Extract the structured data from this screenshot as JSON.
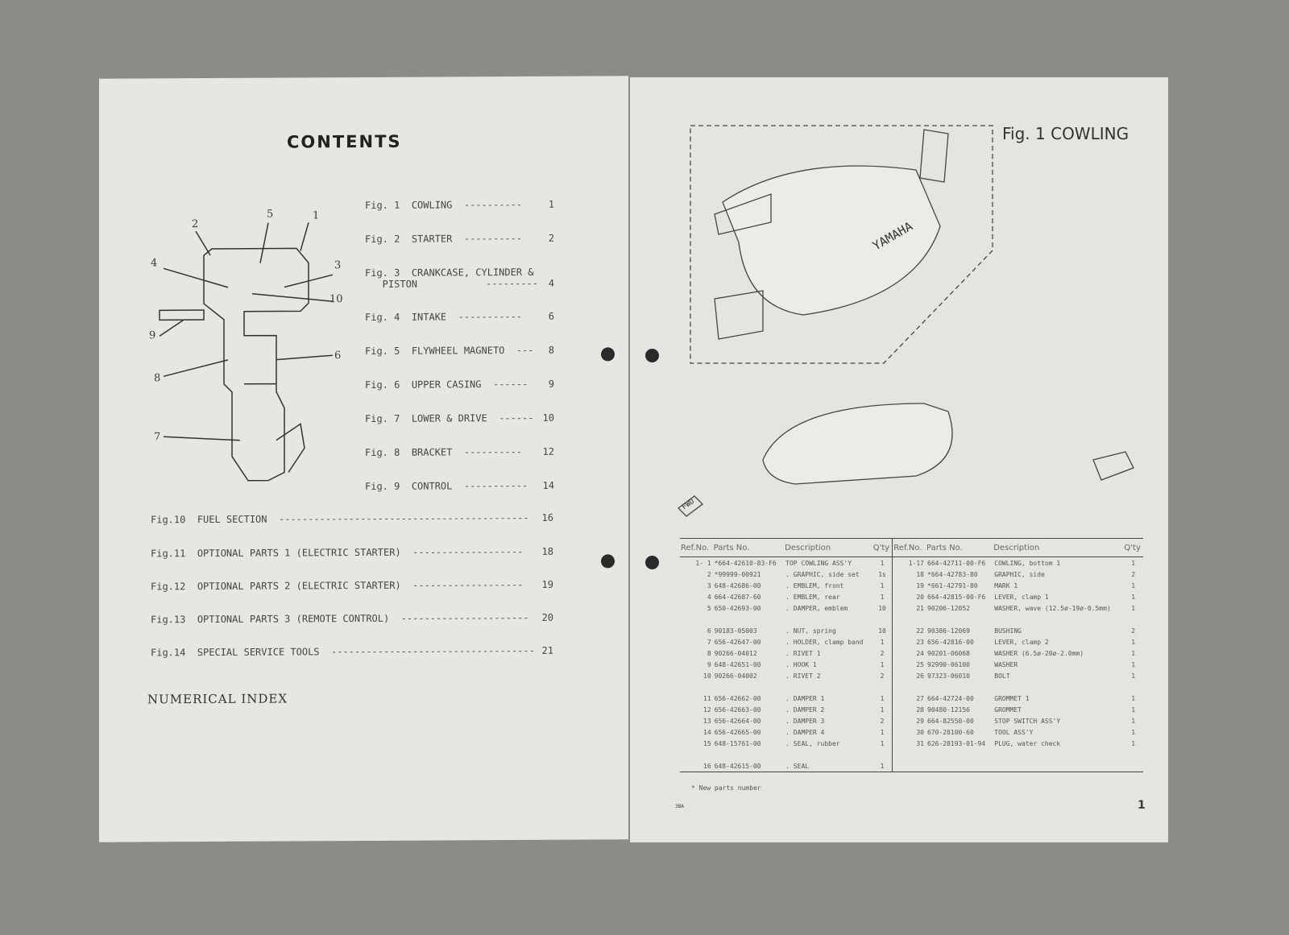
{
  "left_page": {
    "title": "CONTENTS",
    "toc": [
      {
        "fig": "Fig. 1",
        "name": "COWLING",
        "dashes": "----------",
        "page": "1"
      },
      {
        "fig": "Fig. 2",
        "name": "STARTER",
        "dashes": "----------",
        "page": "2"
      },
      {
        "fig": "Fig. 3",
        "name": "CRANKCASE, CYLINDER &\n   PISTON",
        "dashes": "---------",
        "page": "4"
      },
      {
        "fig": "Fig. 4",
        "name": "INTAKE",
        "dashes": "-----------",
        "page": "6"
      },
      {
        "fig": "Fig. 5",
        "name": "FLYWHEEL MAGNETO",
        "dashes": "---",
        "page": "8"
      },
      {
        "fig": "Fig. 6",
        "name": "UPPER CASING",
        "dashes": "------",
        "page": "9"
      },
      {
        "fig": "Fig. 7",
        "name": "LOWER & DRIVE",
        "dashes": "------",
        "page": "10"
      },
      {
        "fig": "Fig. 8",
        "name": "BRACKET",
        "dashes": "----------",
        "page": "12"
      },
      {
        "fig": "Fig. 9",
        "name": "CONTROL",
        "dashes": "-----------",
        "page": "14"
      },
      {
        "fig": "Fig.10",
        "name": "FUEL SECTION",
        "dashes": "-------------------------------------------",
        "page": "16"
      },
      {
        "fig": "Fig.11",
        "name": "OPTIONAL PARTS 1 (ELECTRIC STARTER)",
        "dashes": "-------------------",
        "page": "18"
      },
      {
        "fig": "Fig.12",
        "name": "OPTIONAL PARTS 2 (ELECTRIC STARTER)",
        "dashes": "-------------------",
        "page": "19"
      },
      {
        "fig": "Fig.13",
        "name": "OPTIONAL PARTS 3 (REMOTE CONTROL)",
        "dashes": "----------------------",
        "page": "20"
      },
      {
        "fig": "Fig.14",
        "name": "SPECIAL SERVICE TOOLS",
        "dashes": "-----------------------------------",
        "page": "21"
      }
    ],
    "numerical_index": "NUMERICAL INDEX",
    "diagram_labels": [
      "1",
      "2",
      "3",
      "4",
      "5",
      "6",
      "7",
      "8",
      "9",
      "10"
    ]
  },
  "right_page": {
    "title": "Fig. 1  COWLING",
    "headers": [
      "Ref.No.",
      "Parts No.",
      "Description",
      "Q'ty"
    ],
    "left_rows": [
      [
        "1- 1",
        "*664-42610-83-F6",
        "TOP COWLING ASS'Y",
        "1"
      ],
      [
        "2",
        "*99999-00921",
        ". GRAPHIC, side set",
        "1s"
      ],
      [
        "3",
        "648-42686-00",
        ". EMBLEM, front",
        "1"
      ],
      [
        "4",
        "664-42687-60",
        ". EMBLEM, rear",
        "1"
      ],
      [
        "5",
        "650-42693-00",
        ". DAMPER, emblem",
        "10"
      ],
      [
        "",
        "",
        "",
        ""
      ],
      [
        "6",
        "90183-05003",
        ". NUT, spring",
        "10"
      ],
      [
        "7",
        "656-42647-00",
        ". HOLDER, clamp band",
        "1"
      ],
      [
        "8",
        "90266-04012",
        ". RIVET 1",
        "2"
      ],
      [
        "9",
        "648-42651-00",
        ". HOOK 1",
        "1"
      ],
      [
        "10",
        "90266-04002",
        ". RIVET 2",
        "2"
      ],
      [
        "",
        "",
        "",
        ""
      ],
      [
        "11",
        "656-42662-00",
        ". DAMPER 1",
        "1"
      ],
      [
        "12",
        "656-42663-00",
        ". DAMPER 2",
        "1"
      ],
      [
        "13",
        "656-42664-00",
        ". DAMPER 3",
        "2"
      ],
      [
        "14",
        "656-42665-00",
        ". DAMPER 4",
        "1"
      ],
      [
        "15",
        "648-15761-00",
        ". SEAL, rubber",
        "1"
      ],
      [
        "",
        "",
        "",
        ""
      ],
      [
        "16",
        "648-42615-00",
        ". SEAL",
        "1"
      ]
    ],
    "right_rows": [
      [
        "1-17",
        "664-42711-00-F6",
        "COWLING, bottom 1",
        "1"
      ],
      [
        "18",
        "*664-42783-80",
        "GRAPHIC, side",
        "2"
      ],
      [
        "19",
        "*661-42791-80",
        "MARK 1",
        "1"
      ],
      [
        "20",
        "664-42815-00-F6",
        "LEVER, clamp 1",
        "1"
      ],
      [
        "21",
        "90206-12052",
        "WASHER, wave (12.5ø-19ø-0.5mm)",
        "1"
      ],
      [
        "",
        "",
        "",
        ""
      ],
      [
        "22",
        "90386-12069",
        "BUSHING",
        "2"
      ],
      [
        "23",
        "656-42816-00",
        "LEVER, clamp 2",
        "1"
      ],
      [
        "24",
        "90201-06068",
        "WASHER (6.5ø-20ø-2.0mm)",
        "1"
      ],
      [
        "25",
        "92990-06100",
        "WASHER",
        "1"
      ],
      [
        "26",
        "97323-06010",
        "BOLT",
        "1"
      ],
      [
        "",
        "",
        "",
        ""
      ],
      [
        "27",
        "664-42724-00",
        "GROMMET 1",
        "1"
      ],
      [
        "28",
        "90480-12156",
        "GROMMET",
        "1"
      ],
      [
        "29",
        "664-82550-00",
        "STOP SWITCH ASS'Y",
        "1"
      ],
      [
        "30",
        "670-28100-60",
        "TOOL ASS'Y",
        "1"
      ],
      [
        "31",
        "626-28193-01-94",
        "PLUG, water check",
        "1"
      ],
      [
        "",
        "",
        "",
        ""
      ],
      [
        "",
        "",
        "",
        ""
      ]
    ],
    "note": "*  New parts number",
    "footer_code": "3BA",
    "page_number": "1",
    "diagram_brand": "YAMAHA",
    "diagram_fwd": "FWD"
  }
}
